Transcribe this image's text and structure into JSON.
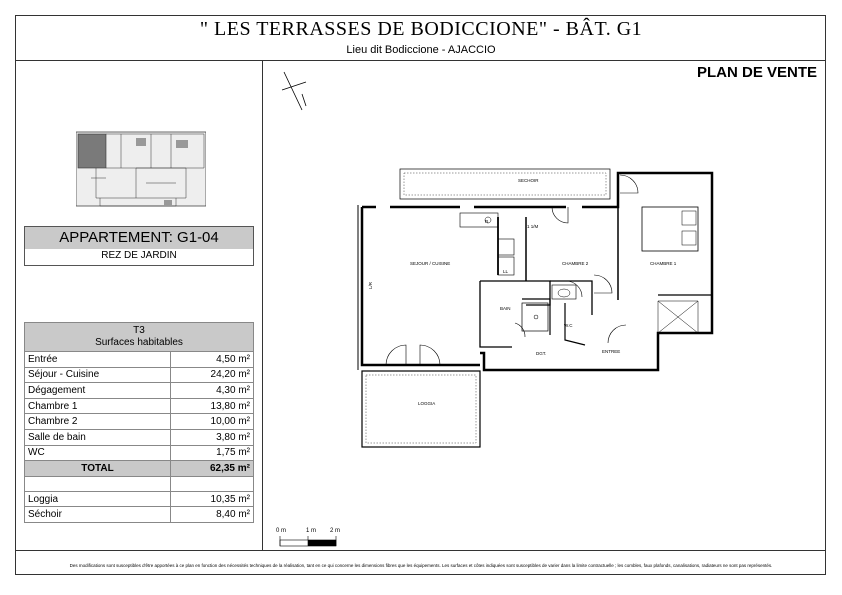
{
  "header": {
    "title": "\" LES TERRASSES DE BODICCIONE\"  - BÂT.  G1",
    "subtitle": "Lieu dit Bodiccione - AJACCIO",
    "plan_label": "PLAN DE VENTE"
  },
  "apartment": {
    "label": "APPARTEMENT: G1-04",
    "level": "REZ DE JARDIN"
  },
  "surfaces": {
    "type": "T3",
    "heading": "Surfaces habitables",
    "rows": [
      {
        "name": "Entrée",
        "value": "4,50 m²"
      },
      {
        "name": "Séjour - Cuisine",
        "value": "24,20 m²"
      },
      {
        "name": "Dégagement",
        "value": "4,30 m²"
      },
      {
        "name": "Chambre 1",
        "value": "13,80 m²"
      },
      {
        "name": "Chambre 2",
        "value": "10,00 m²"
      },
      {
        "name": "Salle de bain",
        "value": "3,80 m²"
      },
      {
        "name": "WC",
        "value": "1,75 m²"
      }
    ],
    "total_label": "TOTAL",
    "total_value": "62,35 m²",
    "annexes": [
      {
        "name": "Loggia",
        "value": "10,35 m²"
      },
      {
        "name": "Séchoir",
        "value": "8,40 m²"
      }
    ]
  },
  "plan_rooms": {
    "sechoir": "SECHOIR",
    "sejour": "SEJOUR / CUISINE",
    "chambre2": "CHAMBRE 2",
    "chambre1": "CHAMBRE 1",
    "bain": "BAIN",
    "wc": "W.C",
    "degt": "DGT.",
    "entree": "ENTREE",
    "loggia": "LOGGIA",
    "lr": "L/R",
    "ll": "LL",
    "r": "R",
    "one_sur": "1 1/M"
  },
  "scale": {
    "zero": "0 m",
    "one": "1 m",
    "two": "2 m"
  },
  "footer": {
    "note": "Des modifications sont susceptibles d'être apportées à ce plan en fonction des nécessités techniques de la réalisation, tant en ce qui concerne les dimensions fibres que les équipements. Les surfaces et côtes indiquées sont susceptibles de varier dans la limite contractuelle ; les combles, faux plafonds, canalisations, radiateurs ne sont pas représentés."
  }
}
